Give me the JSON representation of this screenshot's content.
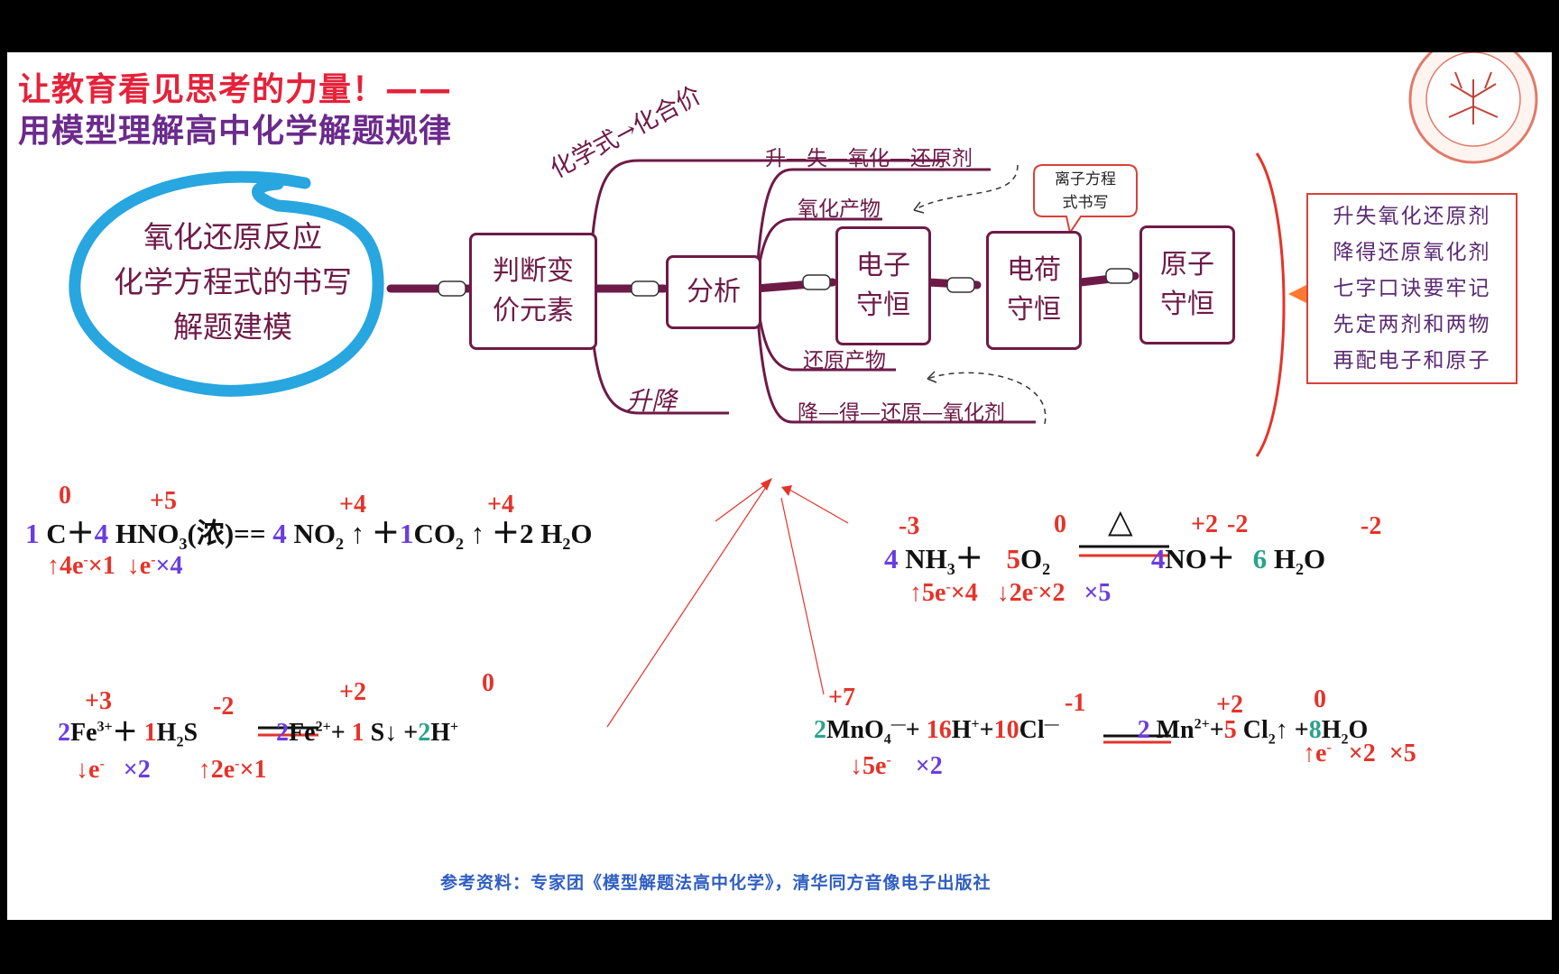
{
  "header": {
    "line1": "让教育看见思考的力量！——",
    "line2": "用模型理解高中化学解题规律"
  },
  "center_topic": {
    "line1": "氧化还原反应",
    "line2": "化学方程式的书写",
    "line3": "解题建模"
  },
  "nodes": {
    "judge": "判断变价元素",
    "analyze": "分析",
    "electron": "电子守恒",
    "charge": "电荷守恒",
    "atom": "原子守恒"
  },
  "branches": {
    "formula_valence": "化学式→化合价",
    "rise_fall": "升降",
    "rise_chain": "升—失—氧化—还原剂",
    "oxidation_product": "氧化产物",
    "reduction_product": "还原产物",
    "fall_chain": "降—得—还原—氧化剂"
  },
  "callout": {
    "line1": "离子方程",
    "line2": "式书写"
  },
  "mnemonic": [
    "升失氧化还原剂",
    "降得还原氧化剂",
    "七字口诀要牢记",
    "先定两剂和两物",
    "再配电子和原子"
  ],
  "colors": {
    "accent_red": "#e5332a",
    "coef_blue": "#6a3de0",
    "coef_teal": "#2aa38a",
    "node_border": "#6e1a47",
    "ring_blue": "#27a6e0"
  },
  "equations": {
    "eq1": {
      "ox_C": "0",
      "ox_N": "+5",
      "ox_NO2": "+4",
      "ox_CO2": "+4",
      "c1": "1",
      "C": "C",
      "plus1": "＋",
      "c2": "4",
      "HNO3": "HNO",
      "sub3": "3",
      "conc": "(浓)==",
      "c3": "4",
      "NO2": "NO",
      "sub2a": "2",
      "up1": "↑ ＋",
      "c4": "1",
      "CO2": "CO",
      "sub2b": "2",
      "up2": "↑ ＋",
      "c5": "2",
      "H2O_H": "H",
      "sub2c": "2",
      "H2O_O": "O",
      "e1": "↑4e",
      "e1sup": "-",
      "e1mul": "×1",
      "e2": "↓e",
      "e2sup": "-",
      "e2mul": "×4"
    },
    "eq2": {
      "ox_N": "-3",
      "ox_O": "0",
      "ox_NO_N": "+2",
      "ox_NO_O": "-2",
      "ox_H2O_O": "-2",
      "c1": "4",
      "NH": "NH",
      "sub3": "3",
      "plus1": "＋",
      "c2": "5",
      "O": "O",
      "sub2": "2",
      "heat": "△",
      "c3": "4",
      "NO": "NO",
      "plus2": "＋",
      "c4": "6",
      "H": "H",
      "sub2b": "2",
      "Ow": "O",
      "e1": "↑5e",
      "e1sup": "-",
      "e1mul": "×4",
      "e2": "↓2e",
      "e2sup": "-",
      "e2mul": "×2",
      "e3": "×5"
    },
    "eq3": {
      "ox_Fe": "+3",
      "ox_S": "-2",
      "ox_Fe2": "+2",
      "ox_S0": "0",
      "c1": "2",
      "Fe": "Fe",
      "sup3": "3+",
      "plus1": "＋",
      "c2": "1",
      "H": "H",
      "sub2": "2",
      "S": "S",
      "c3": "2",
      "Fe2": "Fe",
      "sup2": "2+",
      "plus2": "+",
      "c4": "1",
      "S0": "S↓ +",
      "c5": "2",
      "Hp": "H",
      "supp": "+",
      "e1": "↓e",
      "e1sup": "-",
      "e1mul": "×2",
      "e2": "↑2e",
      "e2sup": "-",
      "e2mul": "×1"
    },
    "eq4": {
      "ox_Mn": "+7",
      "ox_Cl": "-1",
      "ox_Mn2": "+2",
      "ox_Cl2": "0",
      "c1": "2",
      "MnO": "MnO",
      "sub4": "4",
      "supm": "—",
      "plus1": "+",
      "c2": "16",
      "H": "H",
      "supp": "+",
      "plus2": "+",
      "c3": "10",
      "Cl": "Cl",
      "supm2": "—",
      "c4": "2",
      "Mn": "Mn",
      "sup2": "2+",
      "plus3": "+",
      "c5": "5",
      "Cl2": "Cl",
      "sub2": "2",
      "up": "↑ +",
      "c6": "8",
      "Hw": "H",
      "sub2b": "2",
      "Ow": "O",
      "e1": "↓5e",
      "e1sup": "-",
      "e1mul": "×2",
      "e2": "↑e",
      "e2sup": "-",
      "e2mul": "×2",
      "e3": "×5"
    }
  },
  "footer": "参考资料：专家团《模型解题法高中化学》，清华同方音像电子出版社"
}
